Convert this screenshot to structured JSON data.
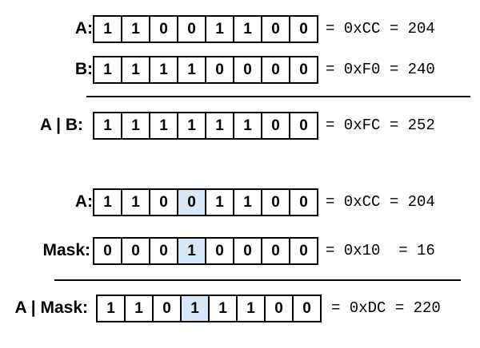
{
  "rows": [
    {
      "label": "A:",
      "bits": [
        "1",
        "1",
        "0",
        "0",
        "1",
        "1",
        "0",
        "0"
      ],
      "highlight": [],
      "result": "= 0xCC = 204"
    },
    {
      "label": "B:",
      "bits": [
        "1",
        "1",
        "1",
        "1",
        "0",
        "0",
        "0",
        "0"
      ],
      "highlight": [],
      "result": "= 0xF0 = 240"
    },
    {
      "label": "A | B:",
      "bits": [
        "1",
        "1",
        "1",
        "1",
        "1",
        "1",
        "0",
        "0"
      ],
      "highlight": [],
      "result": "= 0xFC = 252"
    },
    {
      "label": "A:",
      "bits": [
        "1",
        "1",
        "0",
        "0",
        "1",
        "1",
        "0",
        "0"
      ],
      "highlight": [
        3
      ],
      "result": "= 0xCC = 204"
    },
    {
      "label": "Mask:",
      "bits": [
        "0",
        "0",
        "0",
        "1",
        "0",
        "0",
        "0",
        "0"
      ],
      "highlight": [
        3
      ],
      "result": "= 0x10  = 16"
    },
    {
      "label": "A | Mask:",
      "bits": [
        "1",
        "1",
        "0",
        "1",
        "1",
        "1",
        "0",
        "0"
      ],
      "highlight": [
        3
      ],
      "result": "= 0xDC = 220"
    }
  ],
  "colors": {
    "highlight": "#d6e8f8",
    "border": "#000000"
  }
}
